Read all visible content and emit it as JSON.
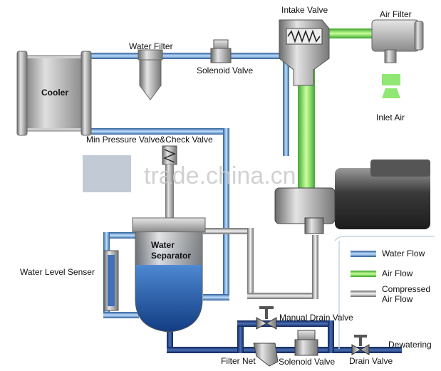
{
  "labels": {
    "intake_valve": "Intake Valve",
    "air_filter": "Air Filter",
    "water_filter": "Water Filter",
    "solenoid_valve_top": "Solenoid Valve",
    "cooler": "Cooler",
    "inlet_air": "Inlet Air",
    "min_pressure_valve": "Min Pressure Valve&Check Valve",
    "water_separator_line1": "Water",
    "water_separator_line2": "Separator",
    "water_level_sensor": "Water Level Senser",
    "manual_drain_valve": "Manual Drain Valve",
    "dewatering": "Dewatering",
    "filter_net": "Filter Net",
    "solenoid_valve_bottom": "Solenoid Valve",
    "drain_valve": "Drain Valve"
  },
  "legend": {
    "water_flow": "Water Flow",
    "air_flow": "Air Flow",
    "compressed_air_flow_line1": "Compressed",
    "compressed_air_flow_line2": "Air Flow"
  },
  "watermark": "trade.china.cn",
  "colors": {
    "water_pipe": "#5f93d2",
    "air_pipe": "#7de35a",
    "compressed_pipe": "#bdbdbd",
    "drain_pipe": "#1f3a7a",
    "metal": "#8e8e8e",
    "separator_water": "#2a5fb0"
  }
}
